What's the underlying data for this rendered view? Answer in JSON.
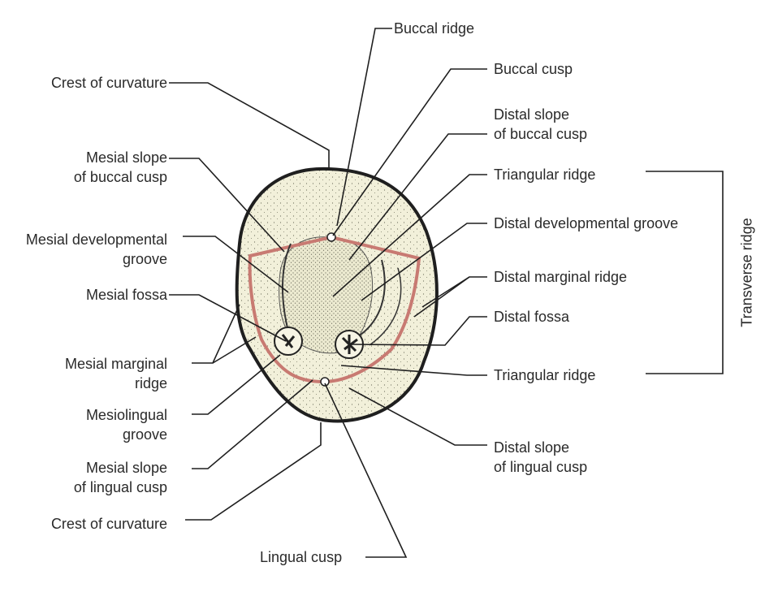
{
  "labels": {
    "buccal_ridge": "Buccal ridge",
    "buccal_cusp": "Buccal cusp",
    "distal_slope_buccal_1": "Distal slope",
    "distal_slope_buccal_2": "of buccal cusp",
    "triangular_ridge_top": "Triangular ridge",
    "distal_dev_groove": "Distal developmental groove",
    "distal_marginal_ridge": "Distal marginal ridge",
    "distal_fossa": "Distal fossa",
    "triangular_ridge_bottom": "Triangular ridge",
    "distal_slope_lingual_1": "Distal slope",
    "distal_slope_lingual_2": "of lingual cusp",
    "lingual_cusp": "Lingual cusp",
    "crest_top": "Crest of curvature",
    "mesial_slope_buccal_1": "Mesial slope",
    "mesial_slope_buccal_2": "of buccal cusp",
    "mesial_dev_groove_1": "Mesial developmental",
    "mesial_dev_groove_2": "groove",
    "mesial_fossa": "Mesial fossa",
    "mesial_marginal_1": "Mesial marginal",
    "mesial_marginal_2": "ridge",
    "mesiolingual_1": "Mesiolingual",
    "mesiolingual_2": "groove",
    "mesial_slope_lingual_1": "Mesial slope",
    "mesial_slope_lingual_2": "of lingual cusp",
    "crest_bottom": "Crest of curvature",
    "transverse_ridge": "Transverse ridge"
  },
  "colors": {
    "outline": "#1f1f1f",
    "tooth_fill": "#f2f0da",
    "marginal_outline": "#c87a72",
    "leader": "#1f1f1f"
  }
}
